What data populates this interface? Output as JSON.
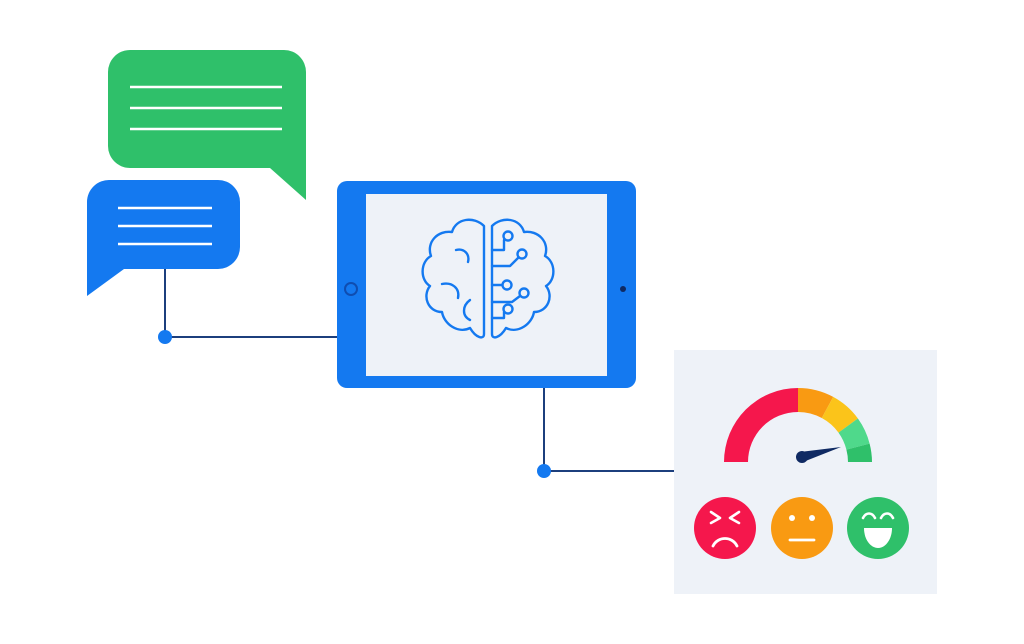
{
  "illustration": {
    "chat": {
      "green_bubble": {
        "lines": 3
      },
      "blue_bubble": {
        "lines": 3
      }
    },
    "tablet": {
      "screen_icon": "brain-circuit-icon"
    },
    "sentiment_panel": {
      "gauge": {
        "segments": [
          "red",
          "orange",
          "yellow",
          "light-green",
          "green"
        ],
        "needle_points_to": "green"
      },
      "faces": [
        {
          "name": "angry-face-icon",
          "mood": "negative"
        },
        {
          "name": "neutral-face-icon",
          "mood": "neutral"
        },
        {
          "name": "happy-face-icon",
          "mood": "positive"
        }
      ]
    }
  },
  "colors": {
    "green": "#2fc06a",
    "blue": "#1479f0",
    "navy": "#0f2a63",
    "line": "#1c3f7d",
    "panel_bg": "#eef2f8",
    "screen_bg": "#eef2f8",
    "red": "#f5174c",
    "orange": "#f99a12",
    "yellow": "#fbc41a",
    "light_green": "#4fd98b"
  }
}
